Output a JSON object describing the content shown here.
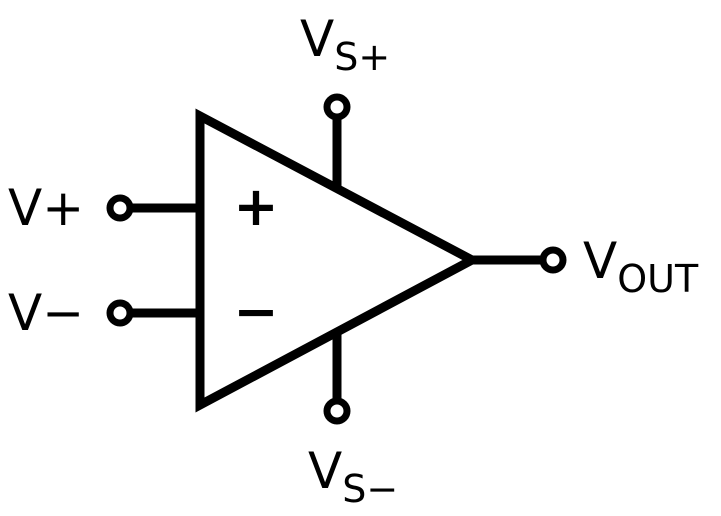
{
  "diagram": {
    "symbol": "op-amp",
    "stroke_color": "#000000",
    "background_color": "#ffffff",
    "input_symbols": {
      "plus": "+",
      "minus": "−"
    },
    "terminals": {
      "non_inverting": {
        "main": "V+"
      },
      "inverting": {
        "main": "V−"
      },
      "supply_positive": {
        "main": "V",
        "sub": "S+"
      },
      "supply_negative": {
        "main": "V",
        "sub": "S−"
      },
      "output": {
        "main": "V",
        "sub": "OUT"
      }
    }
  }
}
